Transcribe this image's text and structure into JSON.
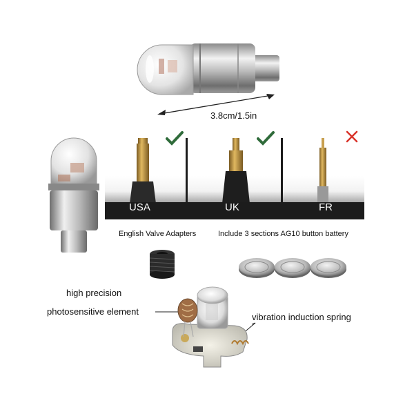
{
  "dimension": "3.8cm/1.5in",
  "valves": [
    {
      "country": "USA",
      "compatible": true
    },
    {
      "country": "UK",
      "compatible": true
    },
    {
      "country": "FR",
      "compatible": false
    }
  ],
  "adapters_label": "English Valve Adapters",
  "battery_label": "Include 3 sections AG10 button battery",
  "precision_label": "high precision",
  "photosensitive_label": "photosensitive element",
  "spring_label": "vibration induction spring",
  "colors": {
    "check": "#2f6b3a",
    "cross": "#d9342b",
    "band": "#1c1c1c",
    "brass": "#b88a3a",
    "chrome": "#c8c8c8"
  }
}
